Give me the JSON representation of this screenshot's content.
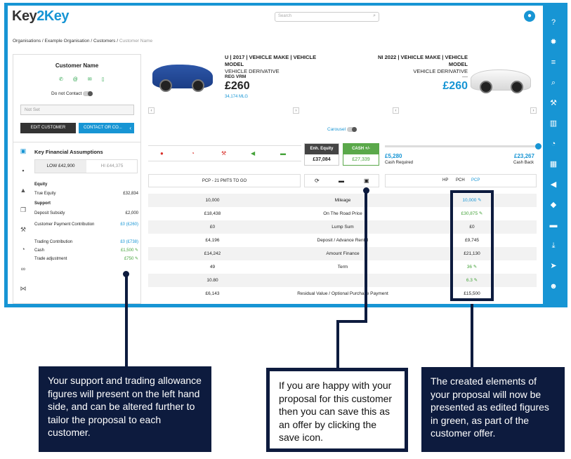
{
  "app": {
    "logo_a": "Key",
    "logo_b": "2Key",
    "search_placeholder": "Search"
  },
  "breadcrumb": {
    "org": "Organisations",
    "sep": "/",
    "example": "Example Organisation",
    "customers": "Customers",
    "current": "Customer Name"
  },
  "customer": {
    "name": "Customer Name",
    "contact_icons": "✆ @ ✉ ▯",
    "do_not_contact": "Do not Contact",
    "status_placeholder": "Not Set",
    "edit_button": "EDIT CUSTOMER",
    "contact_button": "CONTACT OR CO...",
    "contact_chev": "‹"
  },
  "assumptions": {
    "title": "Key Financial Assumptions",
    "low": "LOW £42,900",
    "high": "HI £44,375",
    "rows": [
      {
        "label": "Equity",
        "value": ""
      },
      {
        "label": "True Equity",
        "value": "£32,834"
      },
      {
        "label": "Support",
        "value": ""
      },
      {
        "label": "Deposit Subsidy",
        "value": "£2,000"
      },
      {
        "label": "Customer Payment Contribution",
        "value": "£0 (£260)"
      },
      {
        "label": "Trading Contribution",
        "value": "£0 (£738)"
      },
      {
        "label": "Cash",
        "value": "£1,500 ✎"
      },
      {
        "label": "Trade adjustment",
        "value": "£750 ✎"
      }
    ]
  },
  "vehicle_left": {
    "title": "U | 2017 | VEHICLE MAKE | VEHICLE MODEL",
    "derivative": "VEHICLE DERIVATIVE",
    "reg": "REG VRM",
    "price": "£260",
    "mileage": "34,174 MLG"
  },
  "vehicle_right": {
    "title": "NI 2022 | VEHICLE MAKE | VEHICLE MODEL",
    "derivative": "VEHICLE DERIVATIVE",
    "reg": "----",
    "price": "£260"
  },
  "carousel": "Carousel",
  "equity": {
    "label": "Enh. Equity",
    "value": "£37,084"
  },
  "cash": {
    "label": "CASH +/-",
    "value": "£27,339"
  },
  "cash_required": {
    "value": "£5,280",
    "label": "Cash Required"
  },
  "cash_back": {
    "value": "£23,267",
    "label": "Cash Back"
  },
  "pcp_label": "PCP - 21 PMTS TO GO",
  "finance_types": [
    "HP",
    "PCH",
    "PCP"
  ],
  "table": [
    {
      "current": "10,000",
      "label": "Mileage",
      "proposed": "10,000 ✎",
      "color": "#1795d4"
    },
    {
      "current": "£18,438",
      "label": "On The Road Price",
      "proposed": "£30,875 ✎",
      "color": "#45a33a"
    },
    {
      "current": "£0",
      "label": "Lump Sum",
      "proposed": "£0",
      "color": "#222222"
    },
    {
      "current": "£4,196",
      "label": "Deposit / Advance Rental",
      "proposed": "£9,745",
      "color": "#222222"
    },
    {
      "current": "£14,242",
      "label": "Amount Finance",
      "proposed": "£21,130",
      "color": "#222222"
    },
    {
      "current": "49",
      "label": "Term",
      "proposed": "36 ✎",
      "color": "#45a33a"
    },
    {
      "current": "10.80",
      "label": "",
      "proposed": "6.3 ✎",
      "color": "#45a33a"
    },
    {
      "current": "£6,143",
      "label": "Residual Value / Optional Purchase Payment",
      "proposed": "£15,500",
      "color": "#222222"
    }
  ],
  "callouts": {
    "left": "Your support and trading allowance figures will present on the left hand side, and can be altered further to tailor the proposal to each customer.",
    "middle": "If you are happy with your proposal for this customer then you can save this as an offer by clicking the save icon.",
    "right": "The created elements of your proposal will now be presented as edited figures in green, as part of the customer offer."
  }
}
